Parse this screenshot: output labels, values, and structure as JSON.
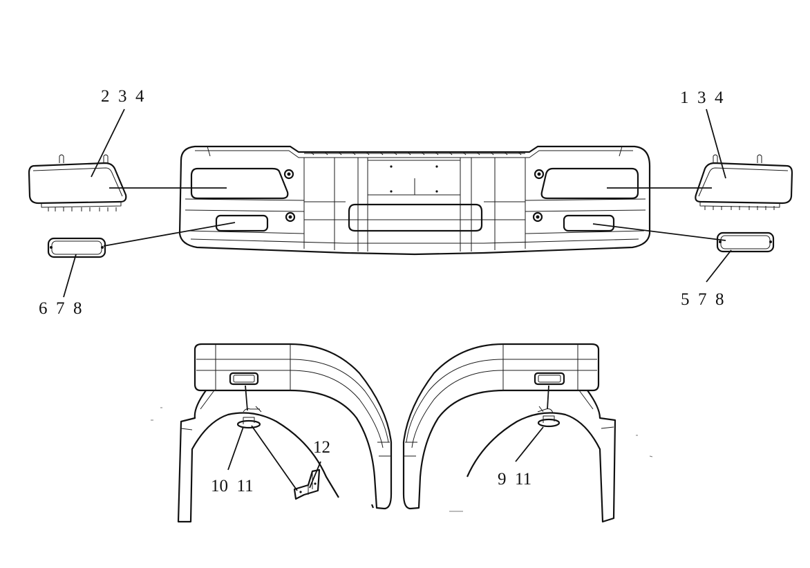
{
  "callouts": {
    "left_headlamp": "2 3 4",
    "right_headlamp": "1 3 4",
    "left_fog_lamp": "6 7 8",
    "right_fog_lamp": "5 7 8",
    "left_side_lamp": "10 11",
    "bracket": "12",
    "right_side_lamp": "9 11"
  },
  "colors": {
    "line": "#1a1a1a",
    "background": "#ffffff"
  }
}
